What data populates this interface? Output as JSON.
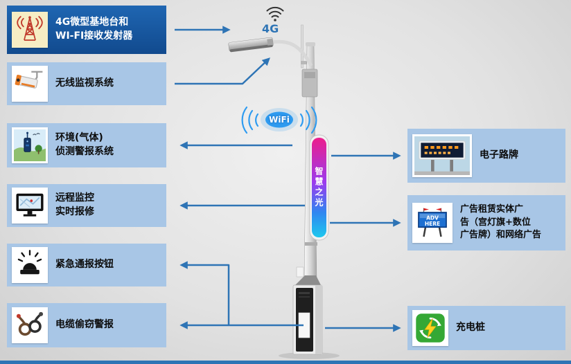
{
  "diagram": {
    "arrow_color": "#2e74b5",
    "box_color": "#a8c6e6",
    "highlight_color": "#14509a",
    "bottom_bar_color": "#2e74b5"
  },
  "left_items": [
    {
      "label": "4G微型基地台和\nWI-FI接收发射器",
      "icon": "antenna-tower-icon",
      "highlighted": true
    },
    {
      "label": "无线监视系统",
      "icon": "cctv-camera-icon",
      "highlighted": false
    },
    {
      "label": "环境(气体)\n侦测警报系统",
      "icon": "environment-sensor-icon",
      "highlighted": false
    },
    {
      "label": "远程监控\n实时报修",
      "icon": "monitor-icon",
      "highlighted": false
    },
    {
      "label": "紧急通报按钮",
      "icon": "emergency-beacon-icon",
      "highlighted": false
    },
    {
      "label": "电缆偷窃警报",
      "icon": "cable-icon",
      "highlighted": false
    }
  ],
  "right_items": [
    {
      "label": "电子路牌",
      "icon": "led-roadsign-icon"
    },
    {
      "label": "广告租赁实体广\n告（宫灯旗+数位\n广告牌）和网络广告",
      "icon": "billboard-icon",
      "adv_line1": "ADV",
      "adv_line2": "HERE"
    },
    {
      "label": "充电桩",
      "icon": "charging-pile-icon"
    }
  ],
  "pole": {
    "top_wireless_label": "4G",
    "mid_wireless_label": "WiFi",
    "banner_text": "智慧之光"
  }
}
